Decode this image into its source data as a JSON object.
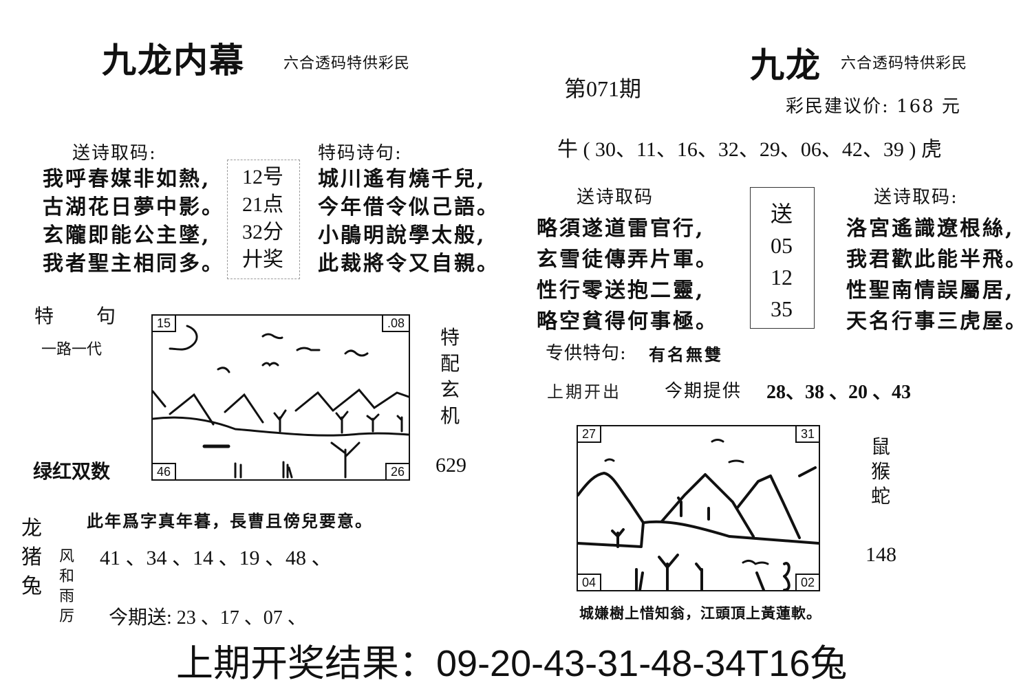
{
  "left": {
    "title": "九龙内幕",
    "subtitle": "六合透码特供彩民",
    "poem_left": {
      "heading": "送诗取码:",
      "lines": [
        "我呼春媒非如熱,",
        "古湖花日夢中影。",
        "玄隴即能公主墜,",
        "我者聖主相同多。"
      ]
    },
    "center_box": [
      "12号",
      "21点",
      "32分",
      "廾奖"
    ],
    "poem_right": {
      "heading": "特码诗句:",
      "lines": [
        "城川遙有燒千兒,",
        "今年借令似己語。",
        "小鵑明說學太般,",
        "此裁將令又自親。"
      ]
    },
    "special_sentence_label": "特　　句",
    "special_sentence_value": "一路一代",
    "picture_corners": {
      "top_left": "15",
      "top_right": ".08",
      "bottom_left": "46",
      "bottom_right": "26"
    },
    "vertical_label": [
      "特",
      "配",
      "玄",
      "机"
    ],
    "vertical_value": "629",
    "color_label": "绿红双数",
    "verse": "此年爲字真年暮，長曹且傍兒要意。",
    "zodiac": [
      "龙",
      "猪",
      "兔"
    ],
    "weather": [
      "风",
      "和",
      "雨",
      "厉"
    ],
    "numbers": "41 、34 、14 、19 、48 、",
    "today_send": "今期送: 23 、17 、07 、"
  },
  "right": {
    "issue": "第071期",
    "title": "九龙",
    "subtitle": "六合透码特供彩民",
    "price": "彩民建议价: 168 元",
    "range_line": "牛 ( 30、11、16、32、29、06、42、39 ) 虎",
    "poem_left": {
      "heading": "送诗取码",
      "lines": [
        "略須遂道雷官行,",
        "玄雪徒傳弄片軍。",
        "性行零送抱二靈,",
        "略空貧得何事極。"
      ]
    },
    "center_box": [
      "送",
      "05",
      "12",
      "35"
    ],
    "poem_right": {
      "heading": "送诗取码:",
      "lines": [
        "洛宮遙識遼根絲,",
        "我君歡此能半飛。",
        "性聖南情誤屬居,",
        "天名行事三虎屋。"
      ]
    },
    "special_label": "专供特句:",
    "special_value": "有名無雙",
    "last_issue_label": "上期开出",
    "provide_label": "今期提供",
    "provide_numbers": "28、38 、20 、43",
    "picture_corners": {
      "top_left": "27",
      "top_right": "31",
      "bottom_left": "04",
      "bottom_right": "02"
    },
    "vertical_label": [
      "鼠",
      "猴",
      "蛇"
    ],
    "vertical_value": "148",
    "caption": "城嫌樹上惜知翁，江頭頂上黃蓮軟。"
  },
  "footer": {
    "result": "上期开奖结果：09-20-43-31-48-34T16兔"
  }
}
